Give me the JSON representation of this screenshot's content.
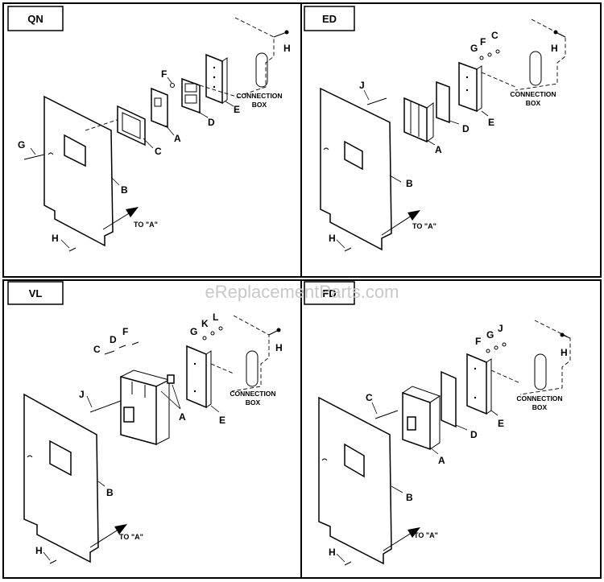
{
  "watermark": "eReplacementParts.com",
  "connection_box_line1": "CONNECTION",
  "connection_box_line2": "BOX",
  "to_a": "TO \"A\"",
  "panels": {
    "qn": {
      "tag": "QN",
      "labels": {
        "A": "A",
        "B": "B",
        "C": "C",
        "D": "D",
        "E": "E",
        "F": "F",
        "G": "G",
        "H_top": "H",
        "H_bottom": "H"
      }
    },
    "ed": {
      "tag": "ED",
      "labels": {
        "A": "A",
        "B": "B",
        "C": "C",
        "D": "D",
        "E": "E",
        "F": "F",
        "G": "G",
        "J": "J",
        "H_top": "H",
        "H_bottom": "H"
      }
    },
    "vl": {
      "tag": "VL",
      "labels": {
        "A": "A",
        "B": "B",
        "C": "C",
        "D": "D",
        "E": "E",
        "F": "F",
        "G": "G",
        "J": "J",
        "K": "K",
        "L": "L",
        "H_top": "H",
        "H_bottom": "H"
      }
    },
    "fd": {
      "tag": "FD",
      "labels": {
        "A": "A",
        "B": "B",
        "C": "C",
        "D": "D",
        "E": "E",
        "F": "F",
        "G": "G",
        "J": "J",
        "H_top": "H",
        "H_bottom": "H"
      }
    }
  }
}
